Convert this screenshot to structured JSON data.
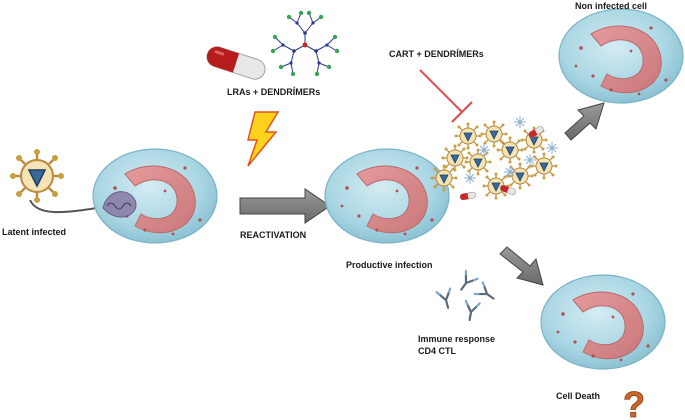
{
  "labels": {
    "latent_infected": "Latent infected",
    "lras_dendrimers": "LRAs + DENDRÍMERs",
    "reactivation": "REACTIVATION",
    "productive_infection": "Productive infection",
    "cart_dendrimers": "CART + DENDRÍMERs",
    "non_infected_cell": "Non infected cell",
    "immune_response": "Immune response",
    "cd4_ctl": "CD4 CTL",
    "cell_death": "Cell Death",
    "question_mark": "?"
  },
  "colors": {
    "cell_fill": "#a9d6e3",
    "cell_edge": "#7bb3c6",
    "nucleus": "#d9888a",
    "arrow_fill": "#7f7f7f",
    "inhibition": "#d9534f",
    "lightning": "#ffd21f",
    "question_mark": "#c8662a"
  },
  "icons": [
    "virus-icon",
    "pill-icon",
    "dendrimer-icon",
    "lightning-icon",
    "antibody-icon",
    "question-mark-icon"
  ]
}
